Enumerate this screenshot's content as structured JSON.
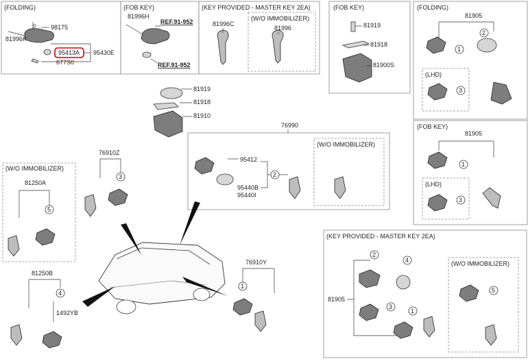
{
  "sections": {
    "folding_top": {
      "title": "(FOLDING)"
    },
    "fob_key_top": {
      "title": "(FOB KEY)"
    },
    "key_provided_top": {
      "title": "(KEY PROVIDED - MASTER KEY 2EA)",
      "sub": "(W/O IMMOBILIZER)"
    },
    "fob_key_mid": {
      "title": "(FOB KEY)"
    },
    "folding_right": {
      "title": "(FOLDING)",
      "lhd": "(LHD)"
    },
    "fob_key_right": {
      "title": "(FOB KEY)",
      "lhd": "(LHD)"
    },
    "wo_immob_left": {
      "title": "(W/O IMMOBILIZER)"
    },
    "wo_immob_76990": {
      "title": "(W/O IMMOBILIZER)"
    },
    "key_provided_bottom": {
      "title": "(KEY PROVIDED - MASTER KEY 2EA)",
      "sub": "(W/O IMMOBILIZER)"
    }
  },
  "part_numbers": {
    "p98175": "98175",
    "p81996K": "81996K",
    "p95413A": "95413A",
    "p95430E": "95430E",
    "p677S0": "677S0",
    "p81996H": "81996H",
    "ref1": "REF.91-952",
    "ref2": "REF.91-952",
    "p81996C": "81996C",
    "p81996": "81996",
    "p81919a": "81919",
    "p81918a": "81918",
    "p81900S": "81900S",
    "p81905a": "81905",
    "p81905b": "81905",
    "p81919b": "81919",
    "p81918b": "81918",
    "p81910": "81910",
    "p76990": "76990",
    "p95412": "95412",
    "p95440B": "95440B",
    "p95440I": "95440I",
    "p76910Z": "76910Z",
    "p81250A": "81250A",
    "p81250B": "81250B",
    "p1492YB": "1492YB",
    "p76910Y": "76910Y",
    "p81905c": "81905"
  },
  "callouts": {
    "c1": "1",
    "c2": "2",
    "c3": "3",
    "c4": "4",
    "c5": "5"
  }
}
